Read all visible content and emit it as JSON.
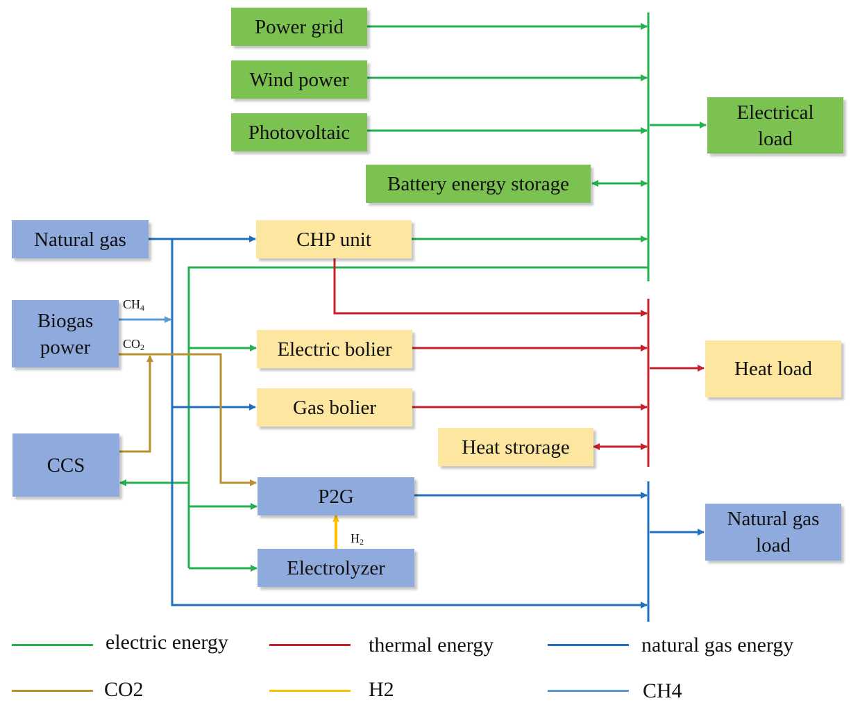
{
  "nodes": {
    "power_grid": "Power grid",
    "wind_power": "Wind power",
    "photovoltaic": "Photovoltaic",
    "battery": "Battery energy storage",
    "electrical_load_1": "Electrical",
    "electrical_load_2": "load",
    "natural_gas": "Natural gas",
    "chp": "CHP unit",
    "biogas_1": "Biogas",
    "biogas_2": "power",
    "electric_boiler": "Electric bolier",
    "heat_load": "Heat load",
    "gas_boiler": "Gas bolier",
    "ccs": "CCS",
    "heat_storage": "Heat strorage",
    "p2g": "P2G",
    "natural_gas_load_1": "Natural gas",
    "natural_gas_load_2": "load",
    "electrolyzer": "Electrolyzer"
  },
  "flow_labels": {
    "ch4_main": "CH",
    "ch4_sub": "4",
    "co2_main": "CO",
    "co2_sub": "2",
    "h2_main": "H",
    "h2_sub": "2"
  },
  "legend": [
    {
      "label": "electric energy",
      "color": "#22b14c"
    },
    {
      "label": "thermal energy",
      "color": "#c8202a"
    },
    {
      "label": "natural gas energy",
      "color": "#1f6fbf"
    },
    {
      "label": "CO2",
      "color": "#b8912f"
    },
    {
      "label": "H2",
      "color": "#ffc000"
    },
    {
      "label": "CH4",
      "color": "#5b9bd5"
    }
  ],
  "colors": {
    "electric": "#22b14c",
    "thermal": "#c8202a",
    "gas": "#1f6fbf",
    "co2": "#b8912f",
    "h2": "#ffc000",
    "ch4": "#5b9bd5"
  }
}
